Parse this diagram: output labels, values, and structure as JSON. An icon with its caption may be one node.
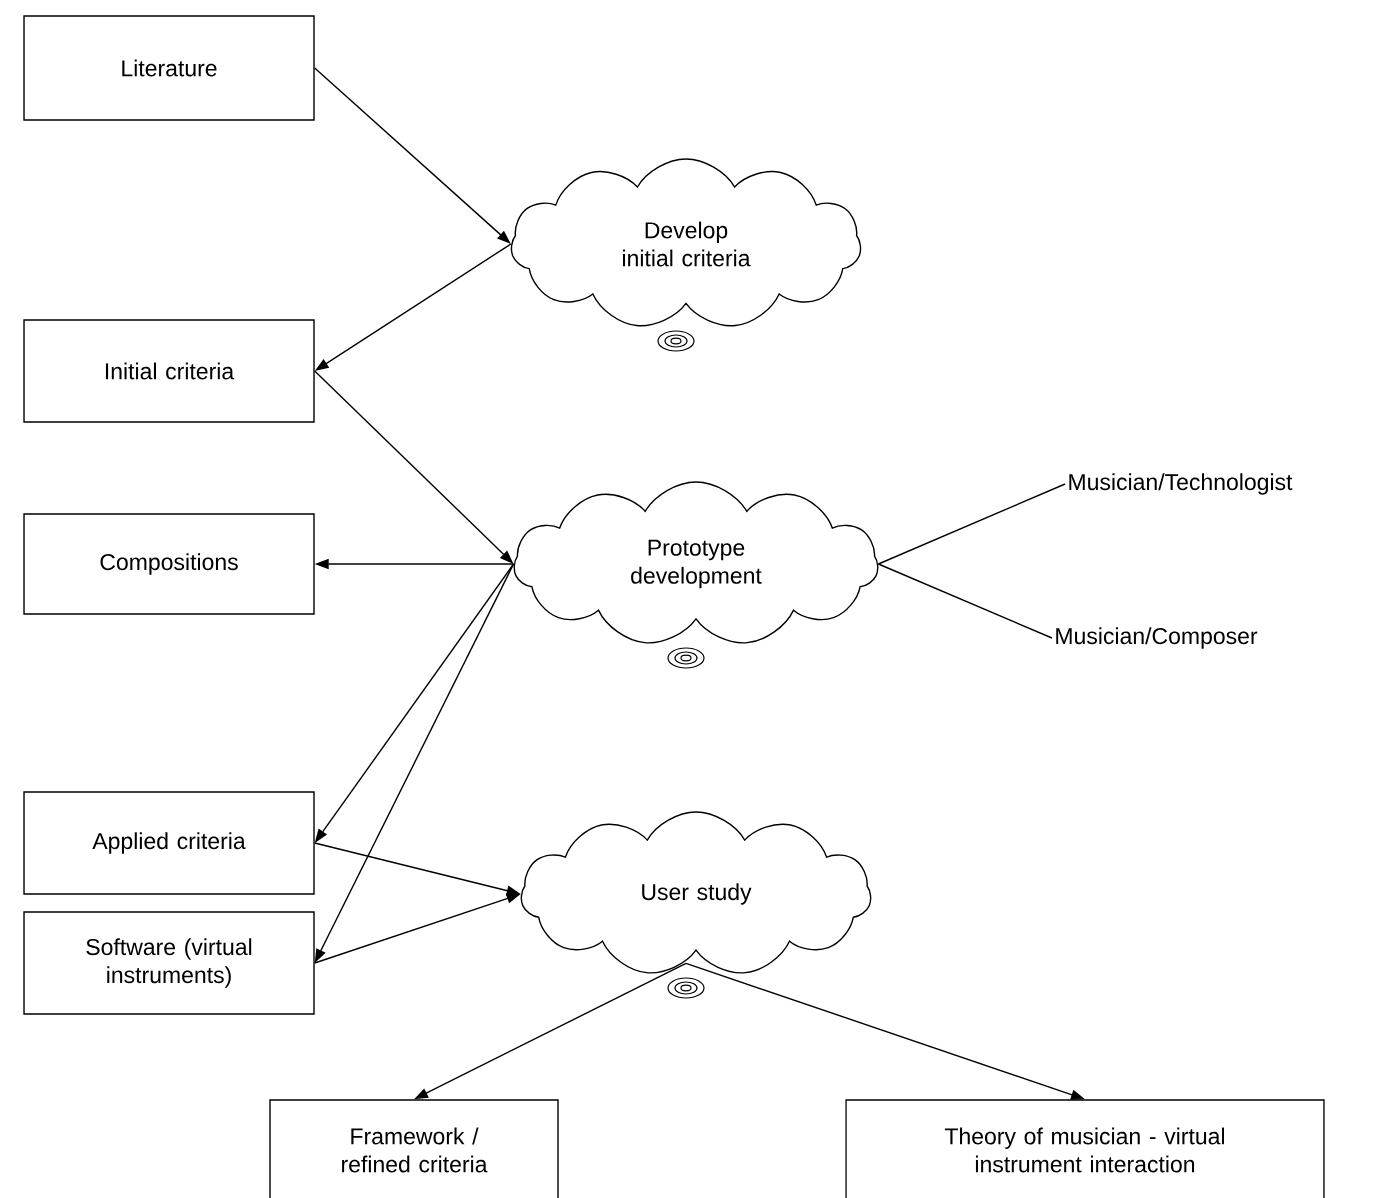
{
  "diagram": {
    "nodes": [
      {
        "text": [
          "Literature"
        ]
      },
      {
        "text": [
          "Develop initial criteria"
        ]
      },
      {
        "text": [
          "Initial criteria"
        ]
      },
      {
        "text": [
          "Compositions"
        ]
      },
      {
        "text": [
          "Prototype development"
        ]
      },
      {
        "text": [
          "Musician/Technologist"
        ]
      },
      {
        "text": [
          "Musician/Composer"
        ]
      },
      {
        "text": [
          "Applied criteria"
        ]
      },
      {
        "text": [
          "Software (virtual instruments)"
        ]
      },
      {
        "text": [
          "User study"
        ]
      },
      {
        "text": [
          "Framework / refined criteria"
        ]
      },
      {
        "text": [
          "Theory of musician - virtual instrument interaction"
        ]
      }
    ],
    "edges": [
      {
        "from": 0,
        "to": 1,
        "arrow": "to"
      },
      {
        "from": 1,
        "to": 2,
        "arrow": "to"
      },
      {
        "from": 2,
        "to": 4,
        "arrow": "to"
      },
      {
        "from": 4,
        "to": 3,
        "arrow": "to"
      },
      {
        "from": 4,
        "to": 7,
        "arrow": "to"
      },
      {
        "from": 4,
        "to": 8,
        "arrow": "to"
      },
      {
        "from": 4,
        "to": 5,
        "arrow": "none"
      },
      {
        "from": 4,
        "to": 6,
        "arrow": "none"
      },
      {
        "from": 7,
        "to": 9,
        "arrow": "to"
      },
      {
        "from": 8,
        "to": 9,
        "arrow": "to"
      },
      {
        "from": 9,
        "to": 10,
        "arrow": "to"
      },
      {
        "from": 9,
        "to": 11,
        "arrow": "to"
      }
    ]
  }
}
